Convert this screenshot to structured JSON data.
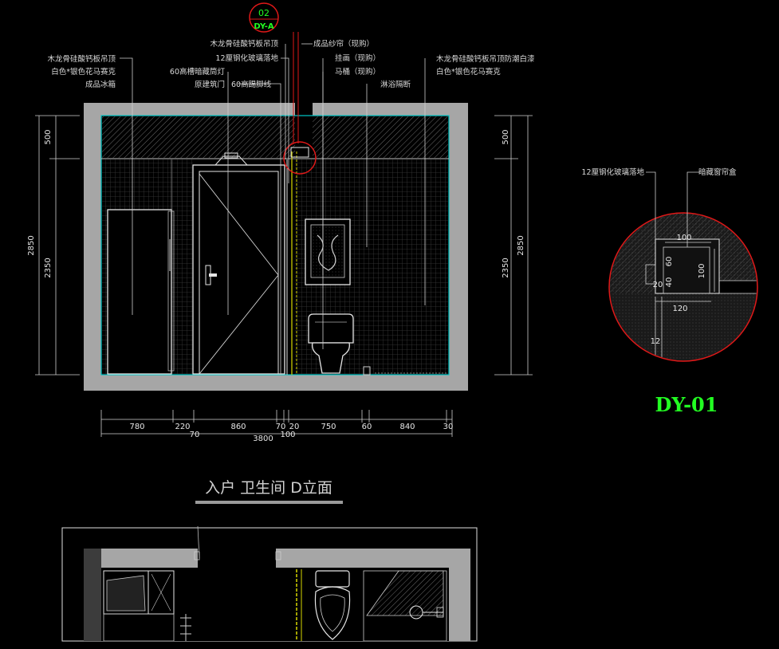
{
  "drawing_title": "入户 卫生间 D立面",
  "detail_label": "DY-01",
  "callout": {
    "number": "02",
    "code": "DY-A"
  },
  "labels_left": [
    "木龙骨硅酸钙板吊顶",
    "白色*银色花马赛克",
    "成品冰箱"
  ],
  "labels_center": [
    "木龙骨硅酸钙板吊顶",
    "12厘钢化玻璃落地",
    "60高槽暗藏筒灯",
    "原建筑门",
    "60高踢脚线"
  ],
  "labels_right_a": [
    "成品纱帘（现购）",
    "挂画（现购）",
    "马桶（现购）",
    "淋浴隔断"
  ],
  "labels_right_b": [
    "木龙骨硅酸钙板吊顶防潮白漆",
    "白色*银色花马赛克"
  ],
  "detail_labels": [
    "12厘钢化玻璃落地",
    "暗藏窗帘盒"
  ],
  "detail_dims": [
    "100",
    "60",
    "40",
    "100",
    "20",
    "120",
    "12"
  ],
  "dims_vertical_left": [
    "500",
    "2350",
    "2850"
  ],
  "dims_vertical_right": [
    "500",
    "2350",
    "2850"
  ],
  "dims_bottom": [
    "780",
    "220",
    "860",
    "70",
    "20",
    "750",
    "60",
    "840",
    "30"
  ],
  "dims_bottom_sub": [
    "70",
    "100"
  ],
  "dims_total": "3800",
  "colors": {
    "wall": "#a6a6a6",
    "cyan": "#00c8c8",
    "red": "#e01818",
    "green": "#22ff22",
    "yellow": "#d8d800",
    "line": "#e0e0e0"
  }
}
